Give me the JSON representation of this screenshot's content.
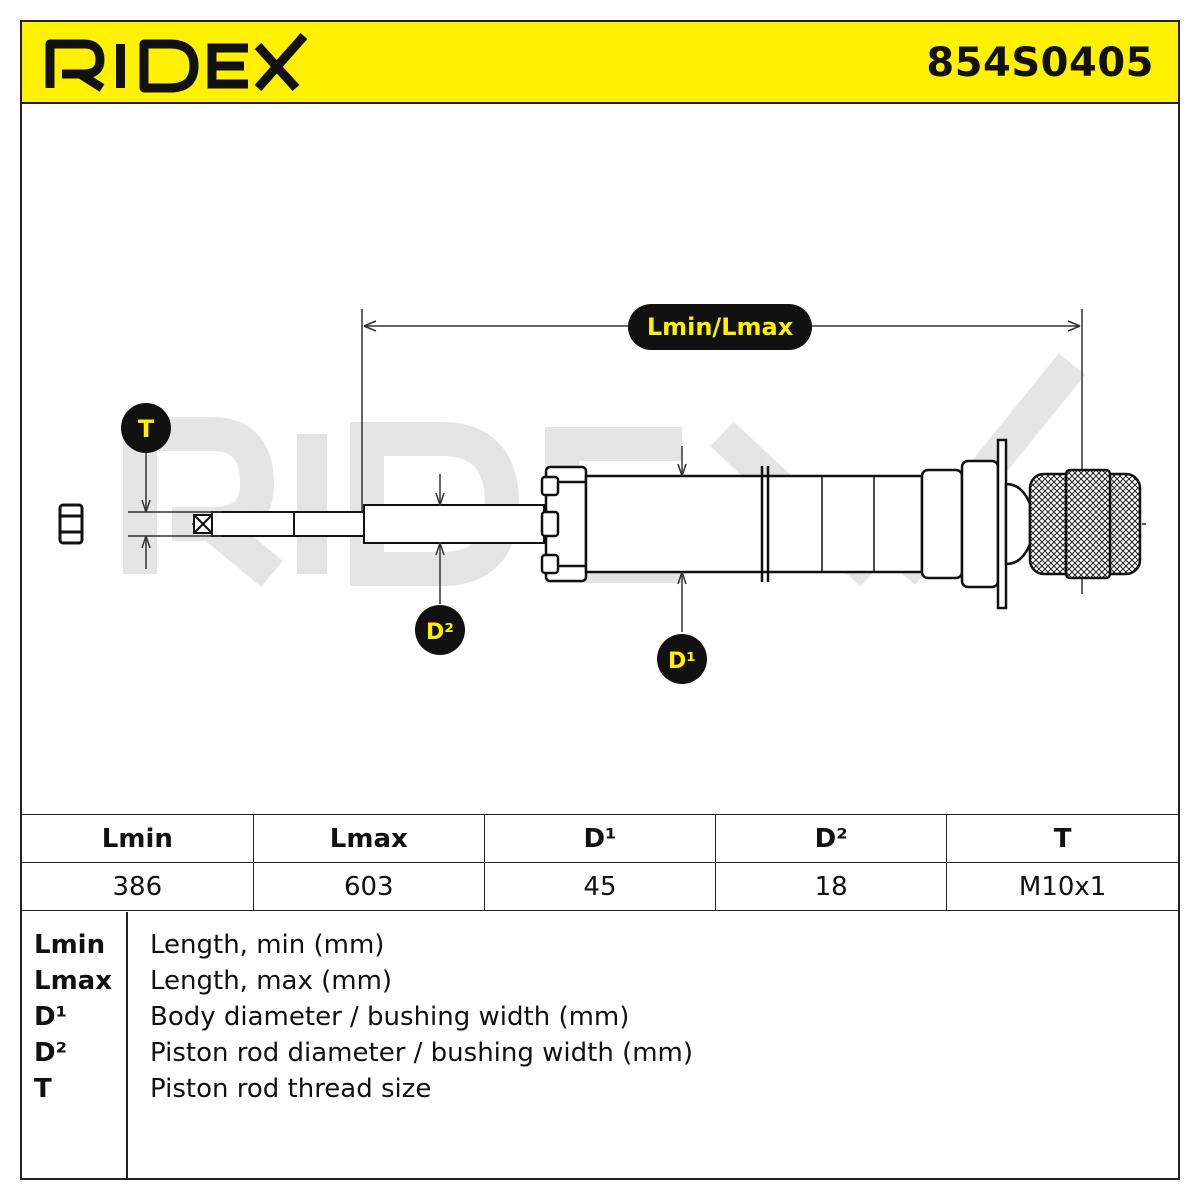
{
  "brand": {
    "name": "RIDEX",
    "color_yellow": "#fff100",
    "color_black": "#111111"
  },
  "part_number": "854S0405",
  "diagram": {
    "labels": {
      "length": "Lmin/Lmax",
      "thread": "T",
      "rod_diameter": "D²",
      "body_diameter": "D¹"
    },
    "watermark": "RIDEX"
  },
  "spec_table": {
    "headers": [
      "Lmin",
      "Lmax",
      "D¹",
      "D²",
      "T"
    ],
    "values": [
      "386",
      "603",
      "45",
      "18",
      "M10x1"
    ]
  },
  "legend": [
    {
      "key": "Lmin",
      "desc": "Length, min (mm)"
    },
    {
      "key": "Lmax",
      "desc": "Length, max (mm)"
    },
    {
      "key": "D¹",
      "desc": "Body diameter / bushing width (mm)"
    },
    {
      "key": "D²",
      "desc": "Piston rod diameter / bushing width (mm)"
    },
    {
      "key": "T",
      "desc": "Piston rod thread size"
    }
  ]
}
